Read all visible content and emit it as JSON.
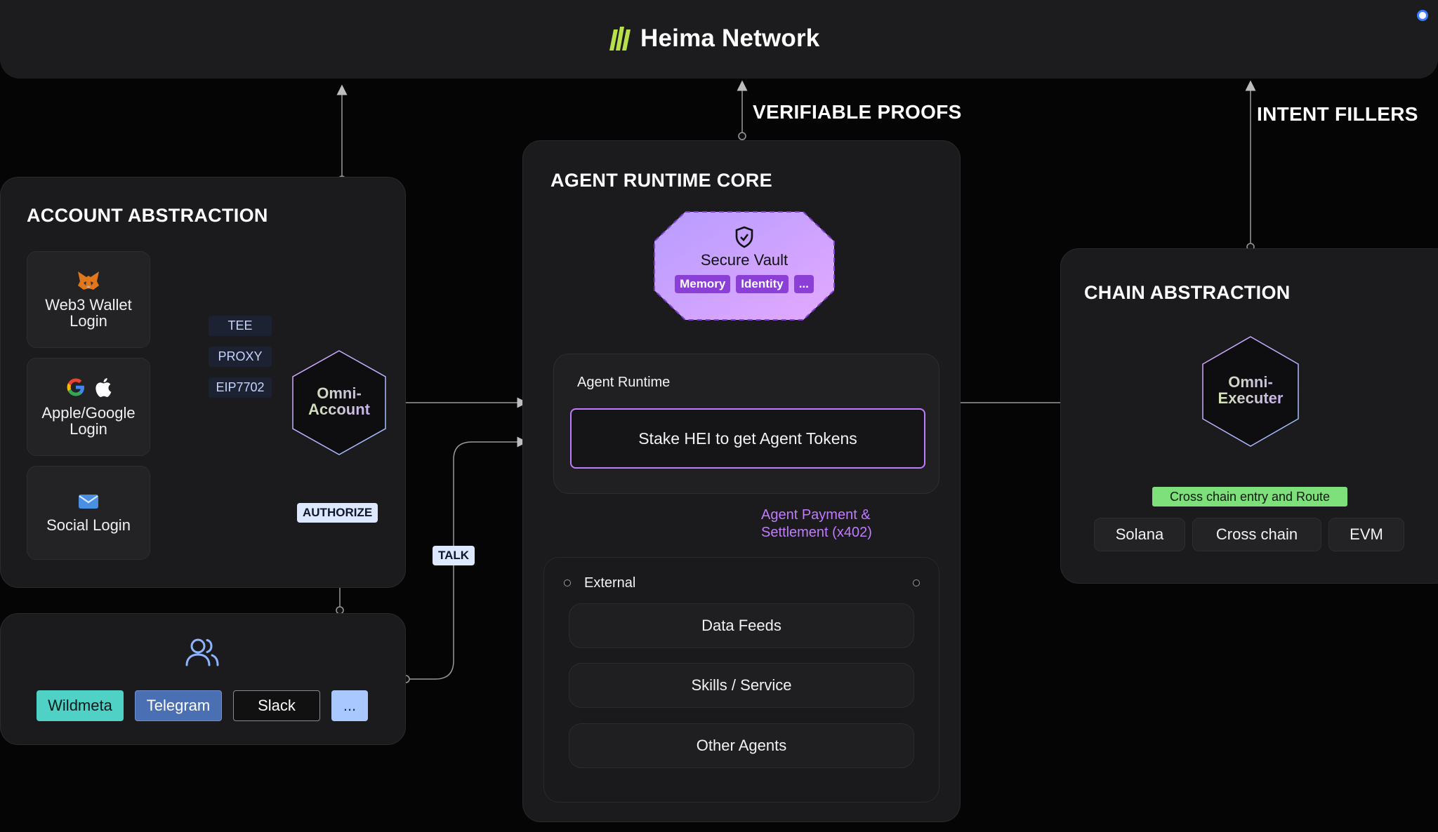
{
  "header": {
    "brand": "Heima Network",
    "logo_icon": "heima-logo-icon"
  },
  "top_labels": {
    "verifiable_proofs": "VERIFIABLE PROOFS",
    "intent_fillers": "INTENT FILLERS"
  },
  "account_abstraction": {
    "title": "ACCOUNT ABSTRACTION",
    "logins": [
      {
        "label": "Web3 Wallet Login",
        "icon": "metamask-fox-icon"
      },
      {
        "label": "Apple/Google Login",
        "icon": "google-apple-icon"
      },
      {
        "label": "Social Login",
        "icon": "mail-icon"
      }
    ],
    "tags": [
      "TEE",
      "PROXY",
      "EIP7702"
    ],
    "omni_account": "Omni-\nAccount",
    "authorize": "AUTHORIZE"
  },
  "channels": {
    "icon": "users-icon",
    "items": [
      {
        "label": "Wildmeta",
        "bg": "#4fd1c5",
        "fg": "#0a1a1a"
      },
      {
        "label": "Telegram",
        "bg": "#4a6fb3",
        "fg": "#ffffff"
      },
      {
        "label": "Slack",
        "bg": "#111111",
        "fg": "#ffffff"
      },
      {
        "label": "...",
        "bg": "#a8c8ff",
        "fg": "#1a2a4a"
      }
    ],
    "talk": "TALK"
  },
  "agent_runtime_core": {
    "title": "AGENT RUNTIME CORE",
    "vault": {
      "title": "Secure Vault",
      "icon": "shield-check-icon",
      "tags": [
        "Memory",
        "Identity",
        "..."
      ]
    },
    "runtime": {
      "title": "Agent Runtime",
      "stake_button": "Stake HEI to get Agent Tokens"
    },
    "payment_label": "Agent Payment &\nSettlement (x402)",
    "external": {
      "title": "External",
      "items": [
        "Data Feeds",
        "Skills / Service",
        "Other Agents"
      ]
    }
  },
  "chain_abstraction": {
    "title": "CHAIN ABSTRACTION",
    "omni_executer": "Omni-\nExecuter",
    "route_badge": "Cross chain entry and Route",
    "chains": [
      "Solana",
      "Cross chain",
      "EVM"
    ]
  },
  "colors": {
    "accent_purple": "#c17bff",
    "accent_green": "#7ee07a",
    "omni_text": "#e8f4c8"
  }
}
